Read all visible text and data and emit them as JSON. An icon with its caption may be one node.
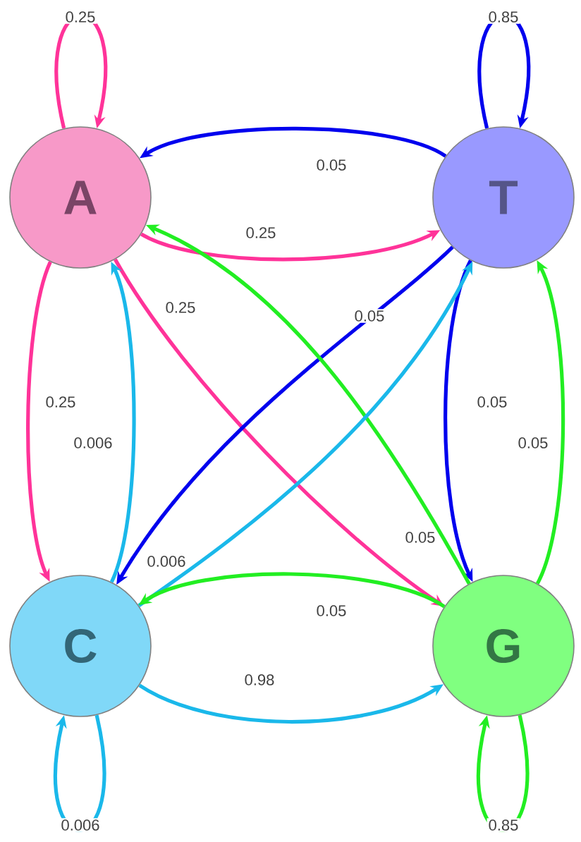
{
  "diagram": {
    "nodes": [
      {
        "text": [
          "A"
        ]
      },
      {
        "text": [
          "T"
        ]
      },
      {
        "text": [
          "C"
        ]
      },
      {
        "text": [
          "G"
        ]
      }
    ],
    "edges": [
      {
        "from": 0,
        "to": 0,
        "arrow": "to",
        "label": "0.25",
        "color": "#ff3399"
      },
      {
        "from": 1,
        "to": 0,
        "arrow": "to",
        "label": "0.05",
        "color": "#0000ee"
      },
      {
        "from": 0,
        "to": 1,
        "arrow": "to",
        "label": "0.25",
        "color": "#ff3399"
      },
      {
        "from": 1,
        "to": 1,
        "arrow": "to",
        "label": "0.85",
        "color": "#0000ee"
      },
      {
        "from": 0,
        "to": 3,
        "arrow": "to",
        "label": "0.25",
        "color": "#ff3399"
      },
      {
        "from": 1,
        "to": 2,
        "arrow": "to",
        "label": "0.05",
        "color": "#0000ee"
      },
      {
        "from": 0,
        "to": 2,
        "arrow": "to",
        "label": "0.25",
        "color": "#ff3399"
      },
      {
        "from": 1,
        "to": 3,
        "arrow": "to",
        "label": "0.05",
        "color": "#0000ee"
      },
      {
        "from": 2,
        "to": 0,
        "arrow": "to",
        "label": "0.006",
        "color": "#1ab8ea"
      },
      {
        "from": 3,
        "to": 1,
        "arrow": "to",
        "label": "0.05",
        "color": "#22ee22"
      },
      {
        "from": 3,
        "to": 0,
        "arrow": "to",
        "label": "0.05",
        "color": "#22ee22"
      },
      {
        "from": 2,
        "to": 1,
        "arrow": "to",
        "label": "0.006",
        "color": "#1ab8ea"
      },
      {
        "from": 3,
        "to": 2,
        "arrow": "to",
        "label": "0.05",
        "color": "#22ee22"
      },
      {
        "from": 2,
        "to": 3,
        "arrow": "to",
        "label": "0.98",
        "color": "#1ab8ea"
      },
      {
        "from": 2,
        "to": 2,
        "arrow": "to",
        "label": "0.006",
        "color": "#1ab8ea"
      },
      {
        "from": 3,
        "to": 3,
        "arrow": "to",
        "label": "0.85",
        "color": "#22ee22"
      }
    ]
  }
}
